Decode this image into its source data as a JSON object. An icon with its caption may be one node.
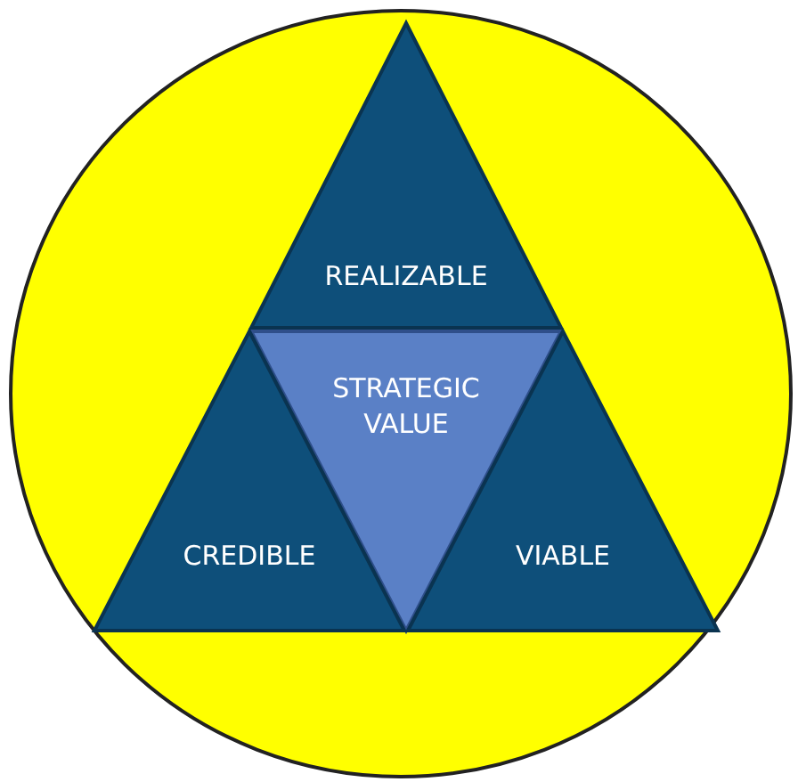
{
  "diagram": {
    "nodes": [
      {
        "text": [],
        "shape": "circle"
      },
      {
        "text": [
          "REALIZABLE"
        ],
        "in": 0
      },
      {
        "text": [
          "STRATEGIC VALUE"
        ],
        "in": 0
      },
      {
        "text": [
          "CREDIBLE"
        ],
        "in": 0
      },
      {
        "text": [
          "VIABLE"
        ],
        "in": 0
      }
    ]
  }
}
